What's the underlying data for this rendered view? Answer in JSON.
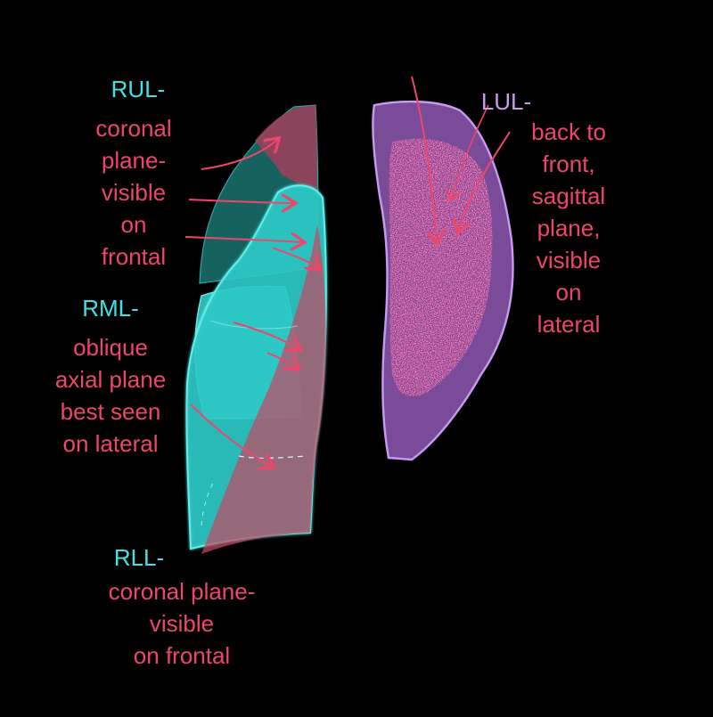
{
  "colors": {
    "background": "#000000",
    "label_red": "#f0456a",
    "label_cyan": "#3fe3e6",
    "label_violet": "#c89af0",
    "rul_fill": "#1b7d7a",
    "rml_fill": "#2ec9c6",
    "lll_fill": "#a0405a",
    "lul_fill": "#7a4b98",
    "lul_outline": "#c89af0",
    "stipple": "#ff2d6a"
  },
  "labels": {
    "rul": {
      "title": "RUL-",
      "lines": [
        "coronal",
        "plane-",
        "visible",
        "on",
        "frontal"
      ]
    },
    "rml": {
      "title": "RML-",
      "lines": [
        "oblique",
        "axial plane",
        "best seen",
        "on lateral"
      ]
    },
    "rll": {
      "title": "RLL-",
      "lines": [
        "coronal plane-",
        "visible",
        "on frontal"
      ]
    },
    "lul": {
      "title": "LUL-",
      "lines": [
        "back to",
        "front,",
        "sagittal",
        "plane,",
        "visible",
        "on",
        "lateral"
      ]
    }
  }
}
